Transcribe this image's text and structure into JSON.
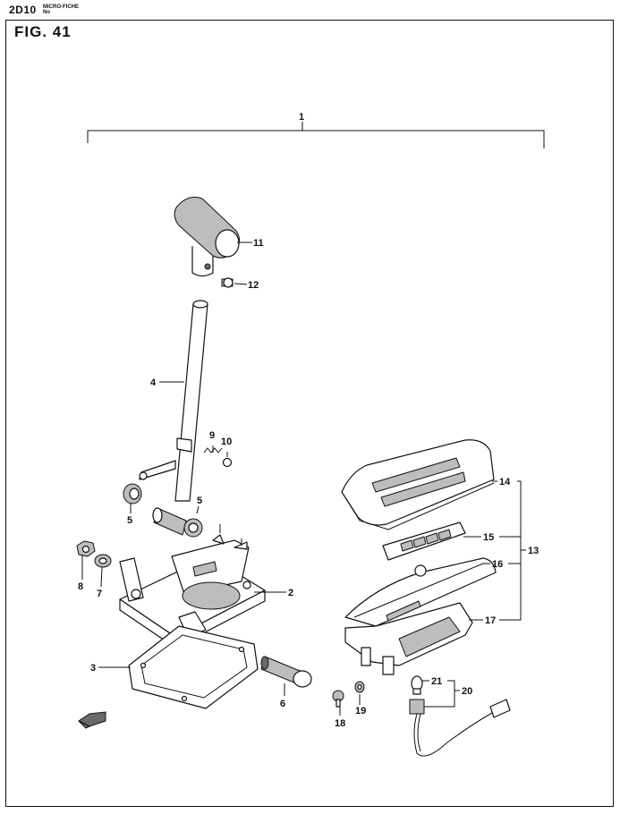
{
  "header": {
    "code": "2D10",
    "microfiche": "MICRO-FICHE No"
  },
  "figure": {
    "title": "FIG. 41"
  },
  "callouts": {
    "c1": "1",
    "c2": "2",
    "c3": "3",
    "c4": "4",
    "c5a": "5",
    "c5b": "5",
    "c6": "6",
    "c7": "7",
    "c8": "8",
    "c9": "9",
    "c10": "10",
    "c11": "11",
    "c12": "12",
    "c13": "13",
    "c14": "14",
    "c15": "15",
    "c16": "16",
    "c17": "17",
    "c18": "18",
    "c19": "19",
    "c20": "20",
    "c21": "21"
  }
}
